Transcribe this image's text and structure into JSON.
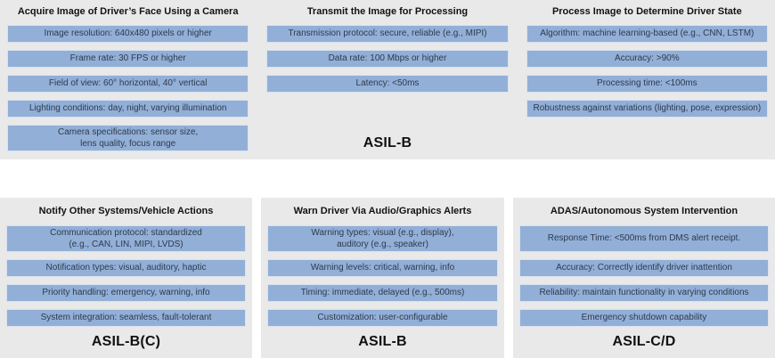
{
  "colors": {
    "band_background": "#e9e9e9",
    "card_background": "#e9e9e9",
    "bar_fill": "#92afd7",
    "bar_border": "#d9e2f0",
    "bar_text": "#2e3a4e",
    "title_text": "#121212",
    "page_background": "#ffffff"
  },
  "panels": [
    {
      "title": "Acquire Image of Driver’s Face Using a Camera",
      "bars": [
        "Image resolution: 640x480 pixels or higher",
        "Frame rate: 30 FPS or higher",
        "Field of view: 60° horizontal, 40° vertical",
        "Lighting conditions: day, night, varying illumination",
        "Camera specifications: sensor size,\nlens quality, focus range"
      ]
    },
    {
      "title": "Transmit the Image for Processing",
      "bars": [
        "Transmission protocol: secure, reliable (e.g., MIPI)",
        "Data rate: 100 Mbps or higher",
        "Latency: <50ms"
      ],
      "asil": "ASIL-B"
    },
    {
      "title": "Process Image to Determine Driver State",
      "bars": [
        "Algorithm: machine learning-based (e.g., CNN, LSTM)",
        "Accuracy: >90%",
        "Processing time: <100ms",
        "Robustness against variations (lighting, pose, expression)"
      ]
    },
    {
      "title": "Notify Other Systems/Vehicle Actions",
      "bars": [
        "Communication protocol: standardized\n(e.g., CAN, LIN, MIPI, LVDS)",
        "Notification types: visual, auditory, haptic",
        "Priority handling: emergency, warning, info",
        "System integration: seamless, fault-tolerant"
      ],
      "asil": "ASIL-B(C)"
    },
    {
      "title": "Warn Driver Via Audio/Graphics Alerts",
      "bars": [
        "Warning types: visual (e.g., display),\nauditory (e.g., speaker)",
        "Warning levels: critical, warning, info",
        "Timing: immediate, delayed (e.g., 500ms)",
        "Customization: user-configurable"
      ],
      "asil": "ASIL-B"
    },
    {
      "title": "ADAS/Autonomous System Intervention",
      "bars": [
        "Response Time: <500ms from DMS alert receipt.",
        "Accuracy: Correctly identify driver inattention",
        "Reliability: maintain functionality in varying conditions",
        "Emergency shutdown capability"
      ],
      "asil": "ASIL-C/D"
    }
  ]
}
